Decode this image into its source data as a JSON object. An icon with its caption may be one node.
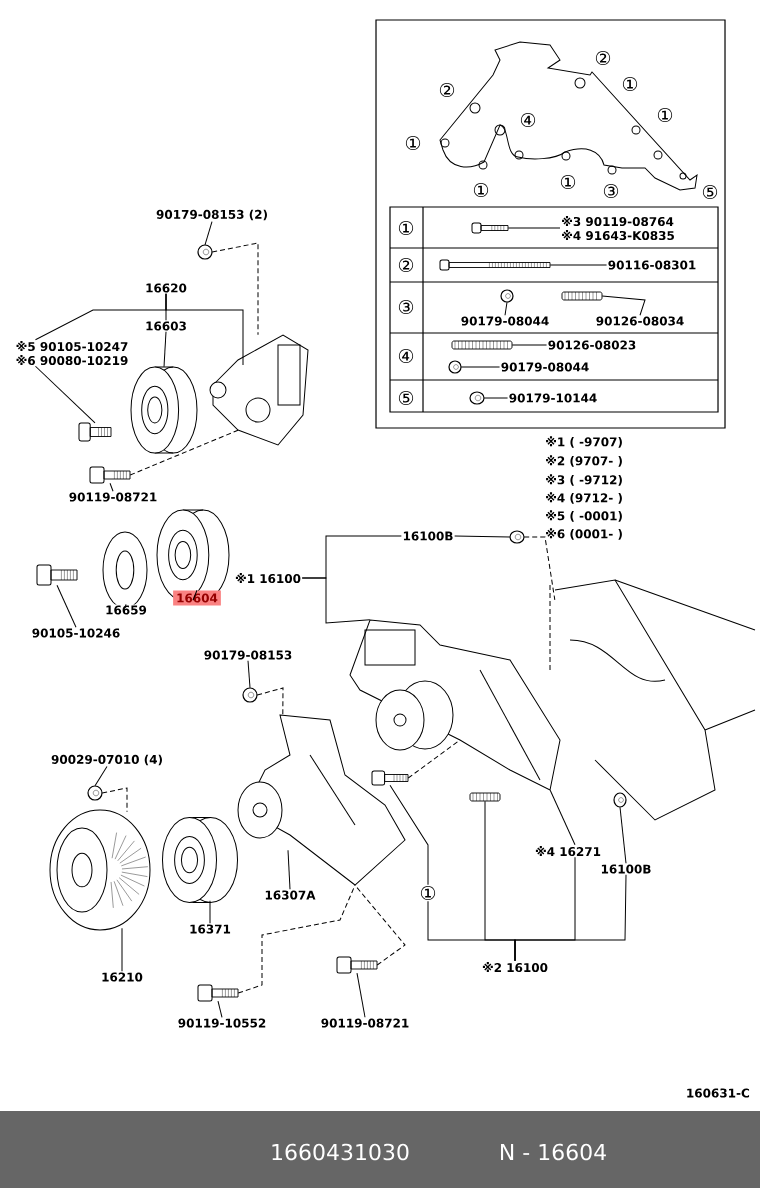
{
  "diagram": {
    "nodes": [
      {
        "text": [
          "90179-08153 (2)"
        ]
      },
      {
        "text": [],
        "shape": "picture"
      },
      {
        "text": [
          "16620"
        ]
      },
      {
        "text": [
          "16603"
        ]
      },
      {
        "text": [
          "※5 90105-10247",
          "※6 90080-10219"
        ]
      },
      {
        "text": [],
        "shape": "picture"
      },
      {
        "text": [],
        "shape": "picture"
      },
      {
        "text": [],
        "shape": "picture"
      },
      {
        "text": [
          "90119-08721"
        ]
      },
      {
        "text": [],
        "shape": "picture"
      },
      {
        "text": [],
        "shape": "picture"
      },
      {
        "text": [
          "16659"
        ]
      },
      {
        "text": [],
        "shape": "picture"
      },
      {
        "text": [
          "16604"
        ]
      },
      {
        "text": [
          "90105-10246"
        ]
      },
      {
        "text": [],
        "shape": "picture"
      },
      {
        "text": [
          "※1 16100"
        ]
      },
      {
        "text": [
          "16100B"
        ]
      },
      {
        "text": [],
        "shape": "picture"
      },
      {
        "text": [],
        "shape": "picture"
      },
      {
        "text": [
          "90179-08153"
        ]
      },
      {
        "text": [],
        "shape": "picture"
      },
      {
        "text": [
          "90029-07010 (4)"
        ]
      },
      {
        "text": [],
        "shape": "picture"
      },
      {
        "text": [],
        "shape": "picture"
      },
      {
        "text": [
          "16210"
        ]
      },
      {
        "text": [],
        "shape": "picture"
      },
      {
        "text": [
          "16371"
        ]
      },
      {
        "text": [],
        "shape": "picture"
      },
      {
        "text": [
          "16307A"
        ]
      },
      {
        "text": [
          "90119-10552"
        ]
      },
      {
        "text": [],
        "shape": "picture"
      },
      {
        "text": [
          "90119-08721"
        ]
      },
      {
        "text": [],
        "shape": "picture"
      },
      {
        "text": [
          "①"
        ]
      },
      {
        "text": [],
        "shape": "picture"
      },
      {
        "text": [
          "※2 16100"
        ]
      },
      {
        "text": [],
        "shape": "picture"
      },
      {
        "text": [
          "※4 16271"
        ]
      },
      {
        "text": [
          "16100B"
        ]
      },
      {
        "text": [],
        "shape": "picture",
        "in": 42
      },
      {
        "text": [],
        "shape": "box"
      },
      {
        "text": [],
        "shape": "picture"
      },
      {
        "text": [],
        "shape": "picture",
        "in": 41
      },
      {
        "text": [
          "※3 90119-08764",
          "※4 91643-K0835"
        ],
        "in": 41
      },
      {
        "text": [],
        "shape": "picture",
        "in": 41
      },
      {
        "text": [
          "90116-08301"
        ],
        "in": 41
      },
      {
        "text": [],
        "shape": "picture",
        "in": 41
      },
      {
        "text": [
          "90179-08044"
        ],
        "in": 41
      },
      {
        "text": [],
        "shape": "picture",
        "in": 41
      },
      {
        "text": [
          "90126-08034"
        ],
        "in": 41
      },
      {
        "text": [],
        "shape": "picture",
        "in": 41
      },
      {
        "text": [
          "90126-08023"
        ],
        "in": 41
      },
      {
        "text": [],
        "shape": "picture",
        "in": 41
      },
      {
        "text": [
          "90179-08044"
        ],
        "in": 41
      },
      {
        "text": [],
        "shape": "picture",
        "in": 41
      },
      {
        "text": [
          "90179-10144"
        ],
        "in": 41
      }
    ],
    "edges": [
      {
        "from": 0,
        "to": 1,
        "arrow": "none"
      },
      {
        "from": 1,
        "to": 7,
        "arrow": "none",
        "style": "dashed"
      },
      {
        "from": 2,
        "to": 7,
        "arrow": "none"
      },
      {
        "from": 2,
        "to": 4,
        "arrow": "none"
      },
      {
        "from": 2,
        "to": 3,
        "arrow": "none"
      },
      {
        "from": 4,
        "to": 5,
        "arrow": "none"
      },
      {
        "from": 3,
        "to": 6,
        "arrow": "none"
      },
      {
        "from": 8,
        "to": 9,
        "arrow": "none"
      },
      {
        "from": 9,
        "to": 7,
        "arrow": "none",
        "style": "dashed"
      },
      {
        "from": 11,
        "to": 10,
        "arrow": "none"
      },
      {
        "from": 13,
        "to": 12,
        "arrow": "none"
      },
      {
        "from": 14,
        "to": 15,
        "arrow": "none"
      },
      {
        "from": 16,
        "to": 17,
        "arrow": "none"
      },
      {
        "from": 16,
        "to": 19,
        "arrow": "none"
      },
      {
        "from": 17,
        "to": 18,
        "arrow": "none"
      },
      {
        "from": 18,
        "to": 42,
        "arrow": "none",
        "style": "dashed"
      },
      {
        "from": 20,
        "to": 21,
        "arrow": "none"
      },
      {
        "from": 21,
        "to": 28,
        "arrow": "none",
        "style": "dashed"
      },
      {
        "from": 22,
        "to": 23,
        "arrow": "none"
      },
      {
        "from": 23,
        "to": 24,
        "arrow": "none",
        "style": "dashed"
      },
      {
        "from": 25,
        "to": 24,
        "arrow": "none"
      },
      {
        "from": 27,
        "to": 26,
        "arrow": "none"
      },
      {
        "from": 29,
        "to": 28,
        "arrow": "none"
      },
      {
        "from": 30,
        "to": 31,
        "arrow": "none"
      },
      {
        "from": 31,
        "to": 28,
        "arrow": "none",
        "style": "dashed"
      },
      {
        "from": 32,
        "to": 33,
        "arrow": "none"
      },
      {
        "from": 33,
        "to": 28,
        "arrow": "none",
        "style": "dashed"
      },
      {
        "from": 34,
        "to": 35,
        "arrow": "none"
      },
      {
        "from": 35,
        "to": 19,
        "arrow": "none",
        "style": "dashed"
      },
      {
        "from": 36,
        "to": 34,
        "arrow": "none"
      },
      {
        "from": 36,
        "to": 37,
        "arrow": "none"
      },
      {
        "from": 36,
        "to": 38,
        "arrow": "none"
      },
      {
        "from": 38,
        "to": 19,
        "arrow": "none"
      },
      {
        "from": 36,
        "to": 39,
        "arrow": "none"
      },
      {
        "from": 39,
        "to": 40,
        "arrow": "none"
      },
      {
        "from": 43,
        "to": 44,
        "arrow": "none"
      },
      {
        "from": 45,
        "to": 46,
        "arrow": "none"
      },
      {
        "from": 47,
        "to": 48,
        "arrow": "none"
      },
      {
        "from": 49,
        "to": 50,
        "arrow": "none"
      },
      {
        "from": 51,
        "to": 52,
        "arrow": "none"
      },
      {
        "from": 53,
        "to": 54,
        "arrow": "none"
      },
      {
        "from": 55,
        "to": 56,
        "arrow": "none"
      }
    ],
    "labels": [
      "②",
      "②",
      "①",
      "④",
      "①",
      "①",
      "①",
      "①",
      "③",
      "⑤",
      "①",
      "②",
      "③",
      "④",
      "⑤",
      "※1 ( -9707)",
      "※2 (9707- )",
      "※3 ( -9712)",
      "※4 (9712- )",
      "※5 ( -0001)",
      "※6 (0001- )",
      "160631-C",
      "1660431030",
      "N - 16604"
    ]
  }
}
